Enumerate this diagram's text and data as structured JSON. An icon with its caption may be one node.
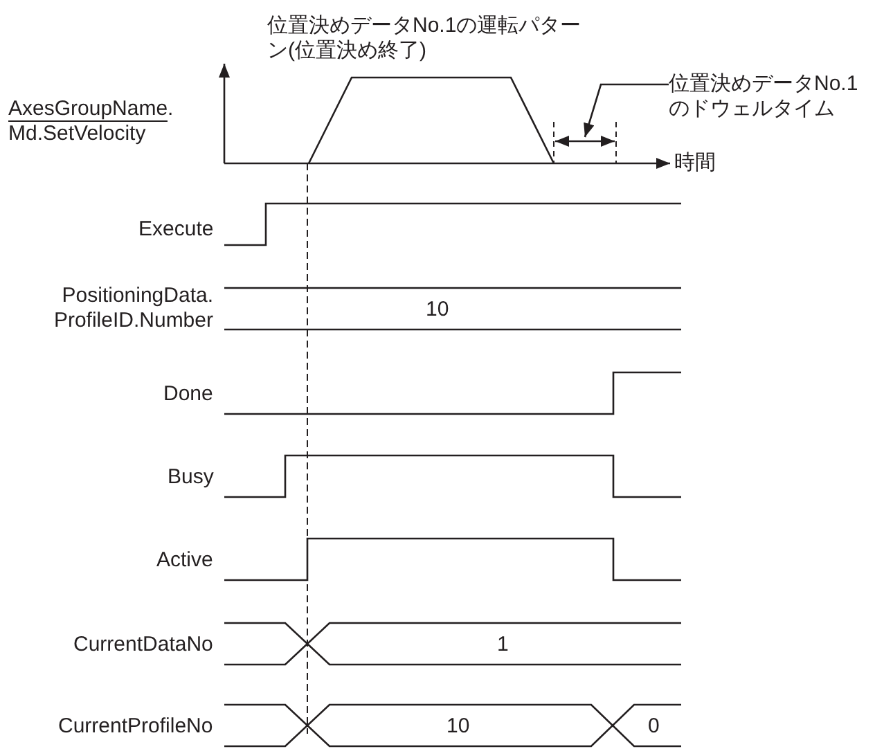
{
  "diagram": {
    "nodes": [
      {
        "text": [
          "位置決めデータNo.1のドウェルタイム"
        ]
      },
      {
        "text": [],
        "shape": "arrow"
      }
    ],
    "edges": [
      {
        "from": 0,
        "to": 1,
        "arrow": "to"
      }
    ],
    "labels": [
      "位置決めデータNo.1の運転パターン(位置決め終了)",
      "AxesGroupName. Md.SetVelocity",
      "時間",
      "Execute",
      "PositioningData. ProfileID.Number",
      "10",
      "Done",
      "Busy",
      "Active",
      "CurrentDataNo",
      "1",
      "CurrentProfileNo",
      "10",
      "0"
    ]
  }
}
